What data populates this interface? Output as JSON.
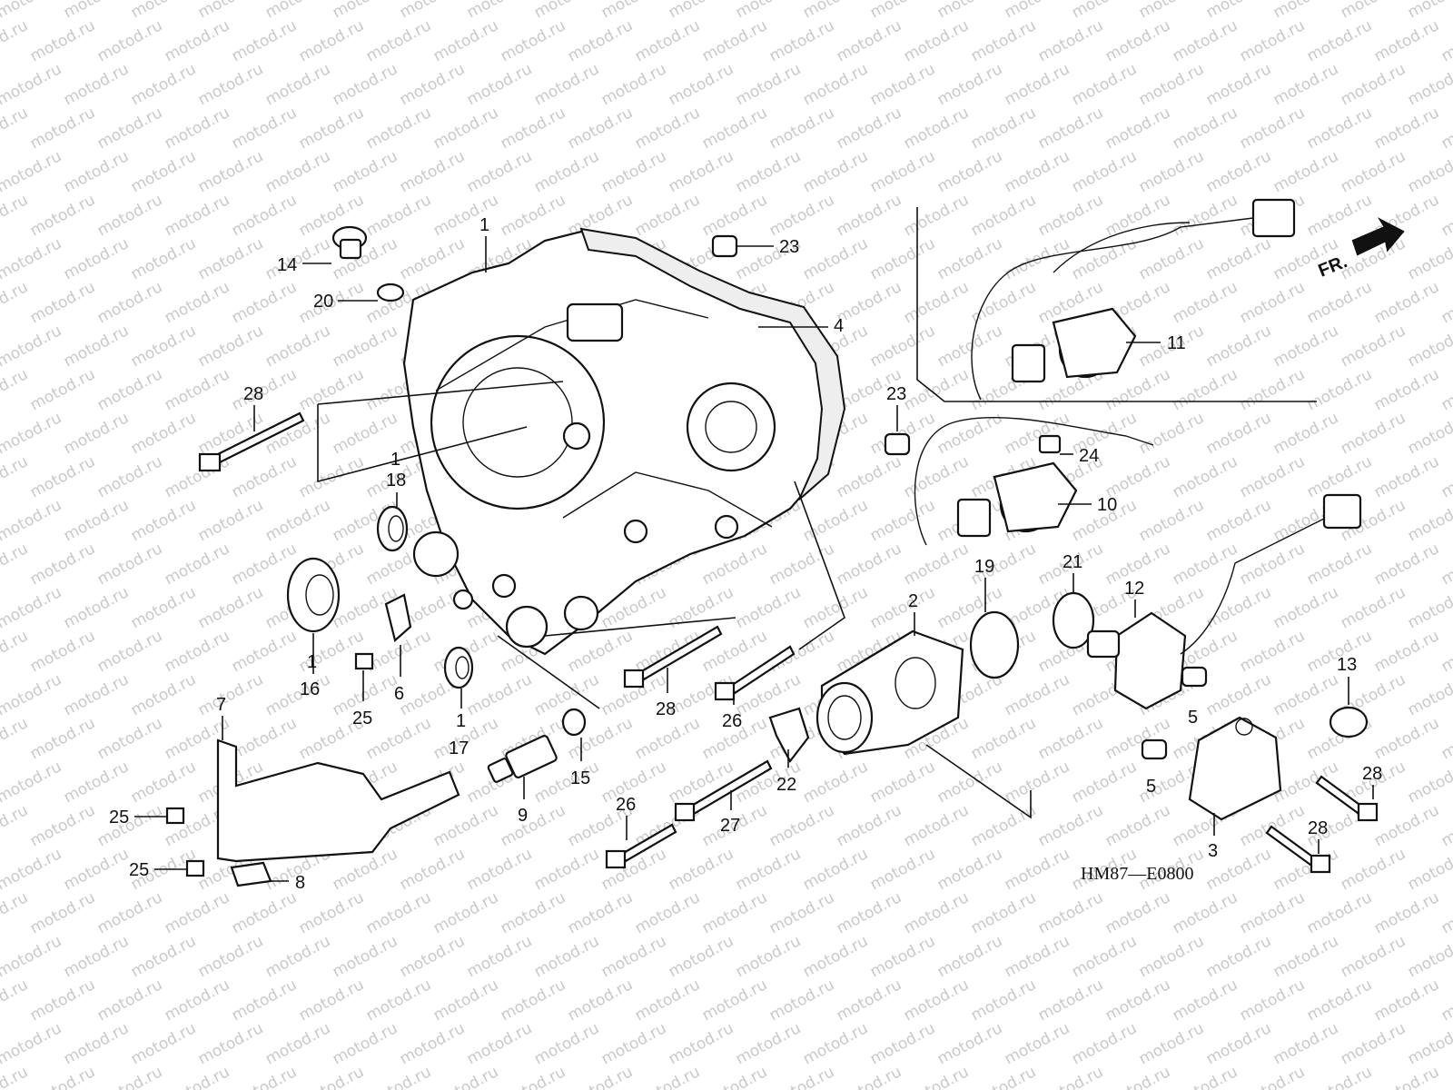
{
  "watermark": "motod.ru",
  "direction_label": "FR.",
  "diagram_code": "HM87—E0800",
  "callouts": [
    {
      "id": "c1a",
      "label": "1"
    },
    {
      "id": "c1b",
      "label": "1"
    },
    {
      "id": "c1c",
      "label": "1"
    },
    {
      "id": "c1d",
      "label": "1"
    },
    {
      "id": "c2",
      "label": "2"
    },
    {
      "id": "c3",
      "label": "3"
    },
    {
      "id": "c4",
      "label": "4"
    },
    {
      "id": "c5a",
      "label": "5"
    },
    {
      "id": "c5b",
      "label": "5"
    },
    {
      "id": "c6",
      "label": "6"
    },
    {
      "id": "c7",
      "label": "7"
    },
    {
      "id": "c8",
      "label": "8"
    },
    {
      "id": "c9",
      "label": "9"
    },
    {
      "id": "c10",
      "label": "10"
    },
    {
      "id": "c11",
      "label": "11"
    },
    {
      "id": "c12",
      "label": "12"
    },
    {
      "id": "c13",
      "label": "13"
    },
    {
      "id": "c14",
      "label": "14"
    },
    {
      "id": "c15",
      "label": "15"
    },
    {
      "id": "c16",
      "label": "16"
    },
    {
      "id": "c17",
      "label": "17"
    },
    {
      "id": "c18",
      "label": "18"
    },
    {
      "id": "c19",
      "label": "19"
    },
    {
      "id": "c20",
      "label": "20"
    },
    {
      "id": "c21",
      "label": "21"
    },
    {
      "id": "c22",
      "label": "22"
    },
    {
      "id": "c23a",
      "label": "23"
    },
    {
      "id": "c23b",
      "label": "23"
    },
    {
      "id": "c24",
      "label": "24"
    },
    {
      "id": "c25a",
      "label": "25"
    },
    {
      "id": "c25b",
      "label": "25"
    },
    {
      "id": "c25c",
      "label": "25"
    },
    {
      "id": "c26a",
      "label": "26"
    },
    {
      "id": "c26b",
      "label": "26"
    },
    {
      "id": "c27",
      "label": "27"
    },
    {
      "id": "c28a",
      "label": "28"
    },
    {
      "id": "c28b",
      "label": "28"
    },
    {
      "id": "c28c",
      "label": "28"
    },
    {
      "id": "c28d",
      "label": "28"
    }
  ]
}
